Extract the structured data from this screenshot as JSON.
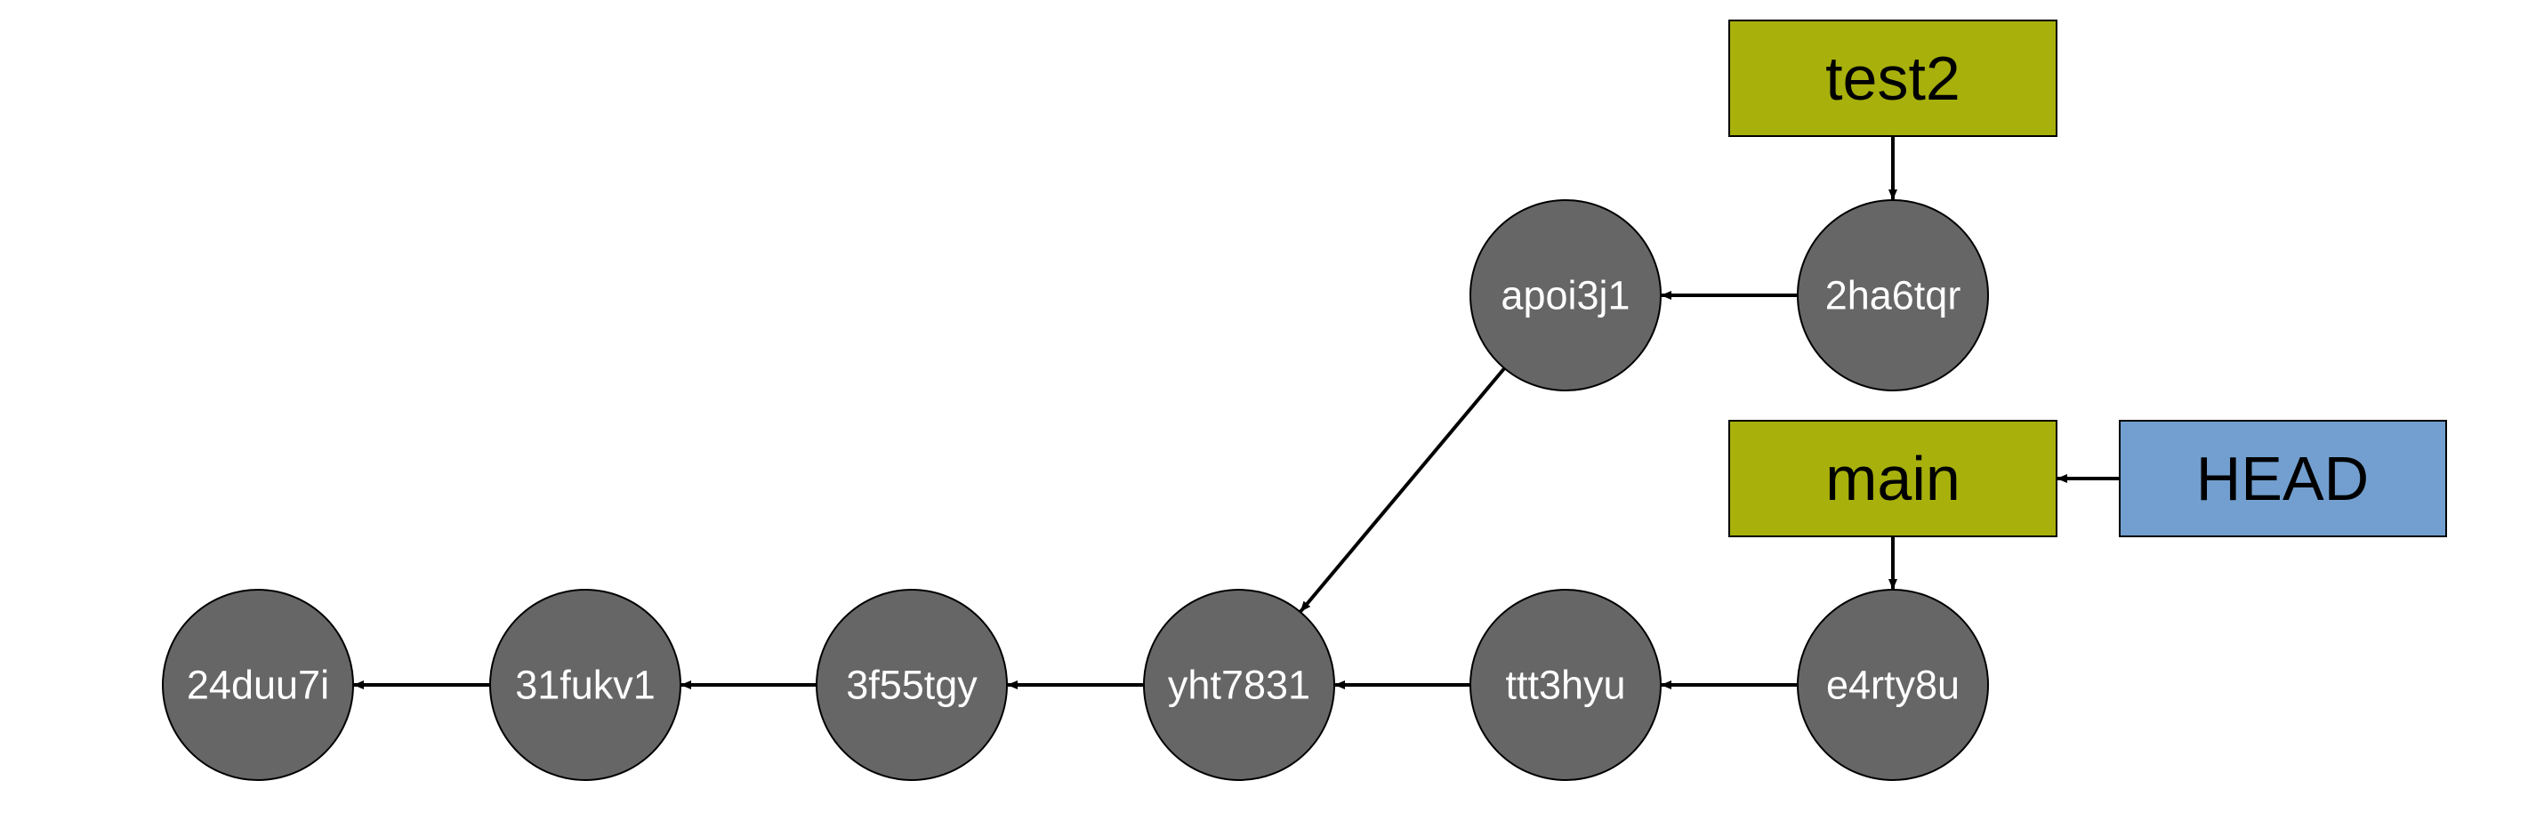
{
  "colors": {
    "commit_fill": "#666666",
    "branch_fill": "#a8b00c",
    "head_fill": "#729fcf",
    "edge": "#000000"
  },
  "commits": {
    "c24duu7i": "24duu7i",
    "c31fukv1": "31fukv1",
    "c3f55tgy": "3f55tgy",
    "cyht7831": "yht7831",
    "cttt3hyu": "ttt3hyu",
    "ce4rty8u": "e4rty8u",
    "capoi3j1": "apoi3j1",
    "c2ha6tqr": "2ha6tqr"
  },
  "refs": {
    "test2": "test2",
    "main": "main",
    "head": "HEAD"
  },
  "edges": [
    {
      "from": "c31fukv1",
      "to": "c24duu7i"
    },
    {
      "from": "c3f55tgy",
      "to": "c31fukv1"
    },
    {
      "from": "cyht7831",
      "to": "c3f55tgy"
    },
    {
      "from": "cttt3hyu",
      "to": "cyht7831"
    },
    {
      "from": "ce4rty8u",
      "to": "cttt3hyu"
    },
    {
      "from": "capoi3j1",
      "to": "cyht7831"
    },
    {
      "from": "c2ha6tqr",
      "to": "capoi3j1"
    },
    {
      "from": "test2",
      "to": "c2ha6tqr"
    },
    {
      "from": "main",
      "to": "ce4rty8u"
    },
    {
      "from": "head",
      "to": "main"
    }
  ]
}
